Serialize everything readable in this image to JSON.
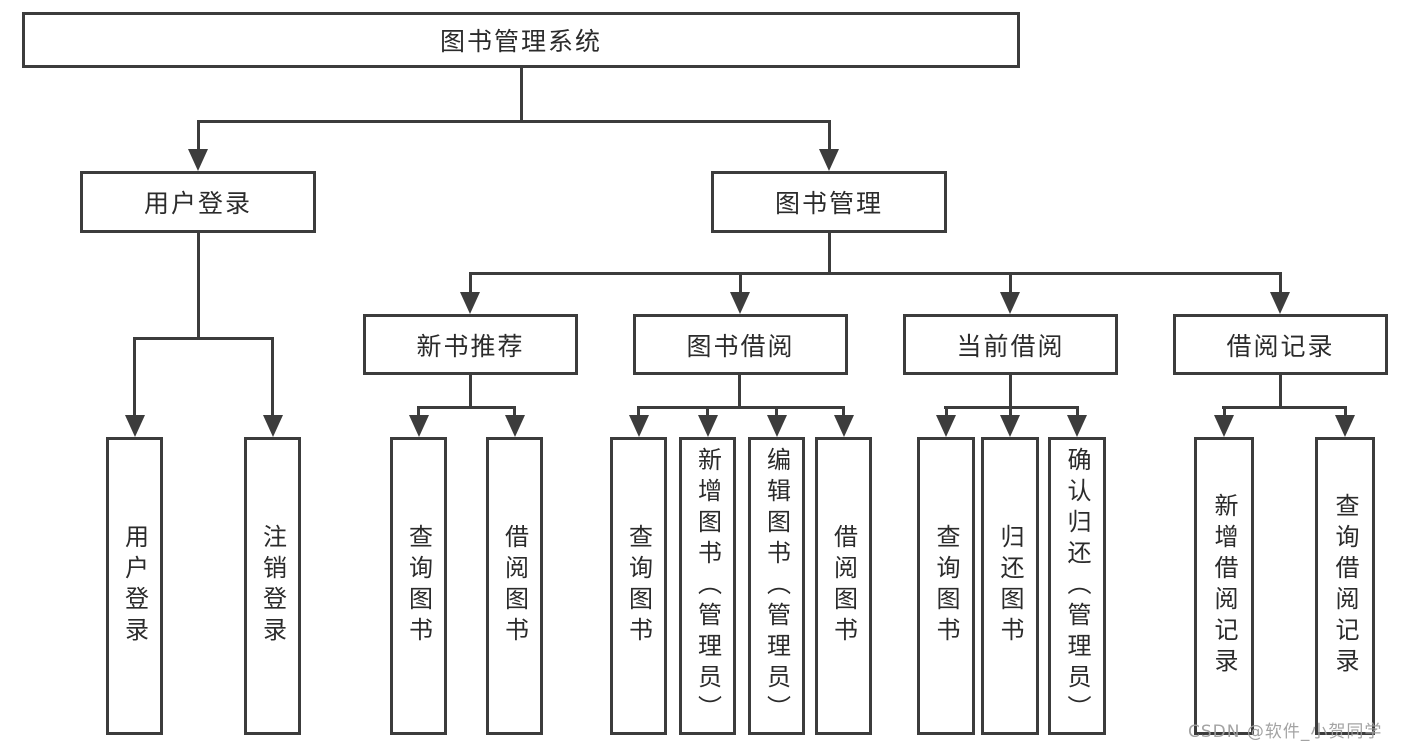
{
  "tree": {
    "root": {
      "label": "图书管理系统",
      "children": [
        {
          "label": "用户登录",
          "children": [
            {
              "label": "用户登录"
            },
            {
              "label": "注销登录"
            }
          ]
        },
        {
          "label": "图书管理",
          "children": [
            {
              "label": "新书推荐",
              "children": [
                {
                  "label": "查询图书"
                },
                {
                  "label": "借阅图书"
                }
              ]
            },
            {
              "label": "图书借阅",
              "children": [
                {
                  "label": "查询图书"
                },
                {
                  "label": "新增图书（管理员）"
                },
                {
                  "label": "编辑图书（管理员）"
                },
                {
                  "label": "借阅图书"
                }
              ]
            },
            {
              "label": "当前借阅",
              "children": [
                {
                  "label": "查询图书"
                },
                {
                  "label": "归还图书"
                },
                {
                  "label": "确认归还（管理员）"
                }
              ]
            },
            {
              "label": "借阅记录",
              "children": [
                {
                  "label": "新增借阅记录"
                },
                {
                  "label": "查询借阅记录"
                }
              ]
            }
          ]
        }
      ]
    }
  },
  "watermark": {
    "text": "CSDN @软件_小贺同学"
  },
  "colors": {
    "line": "#3c3c3c",
    "text": "#2b2b2b",
    "watermark": "#9e9e9e"
  }
}
